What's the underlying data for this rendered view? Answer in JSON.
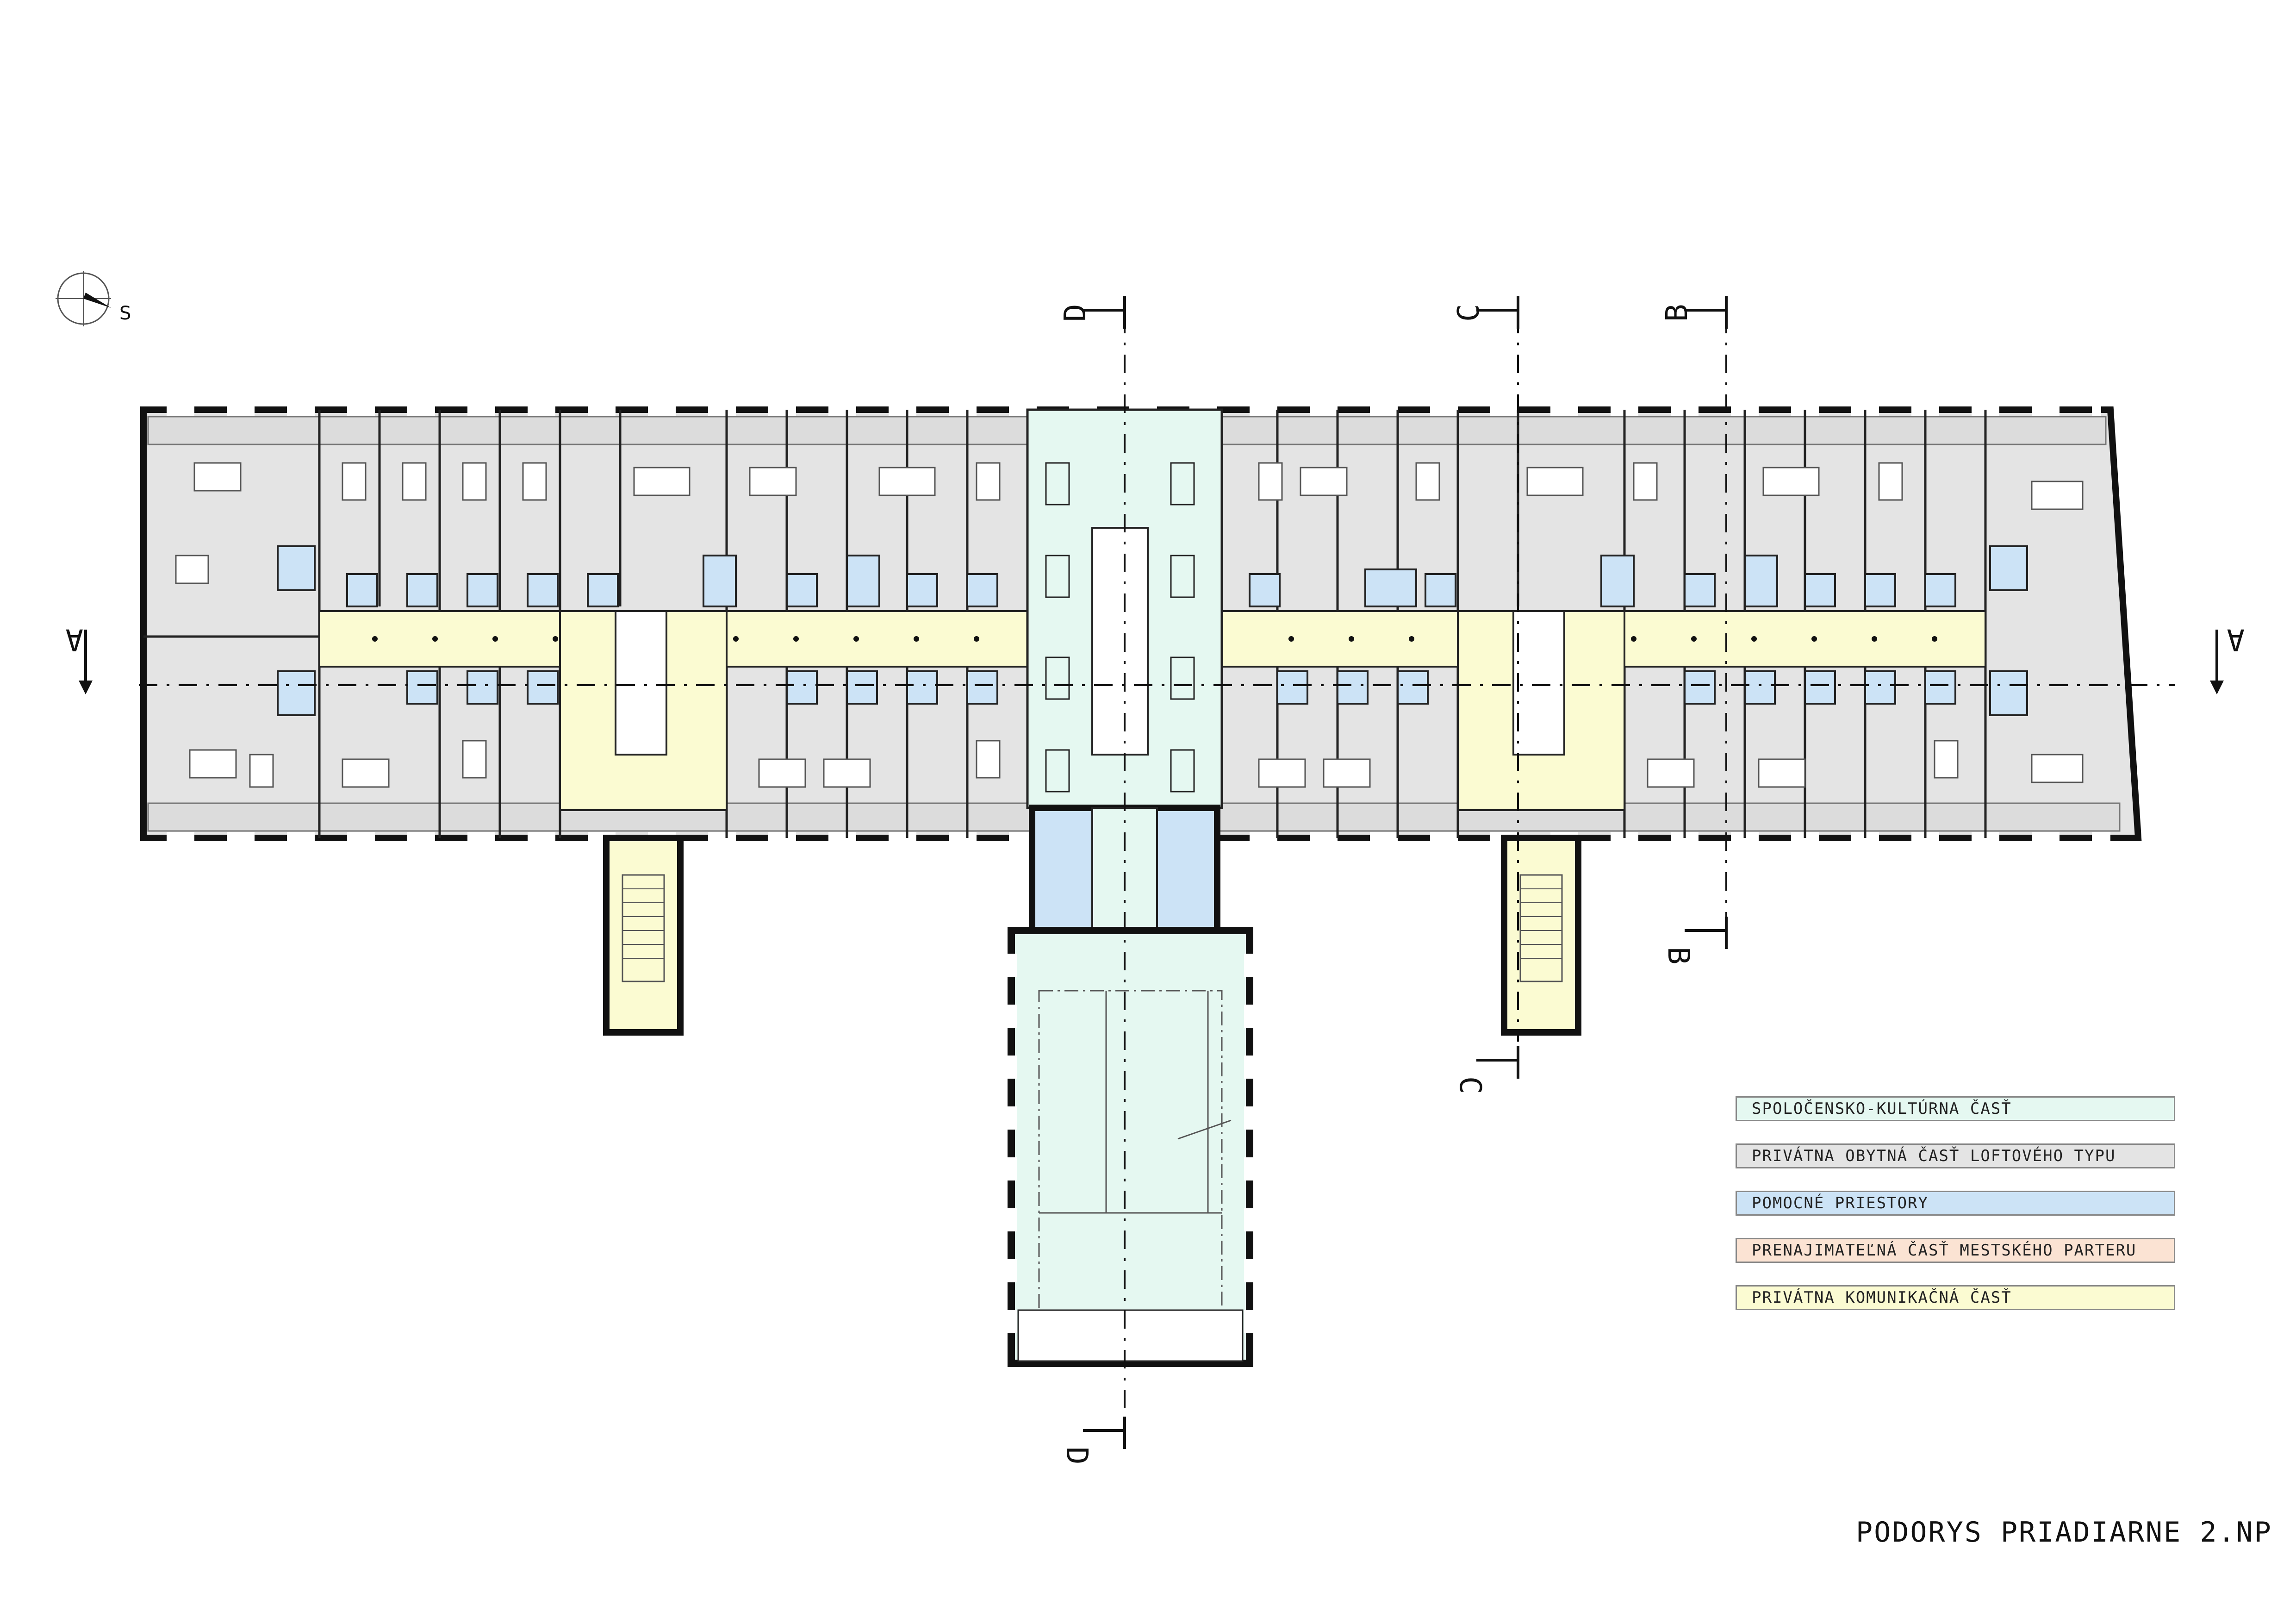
{
  "title": "PODORYS PRIADIARNE 2.NP",
  "compass": {
    "label": "S"
  },
  "section_markers": [
    "A",
    "B",
    "C",
    "D"
  ],
  "legend": [
    {
      "label": "SPOLOČENSKO-KULTÚRNA ČASŤ",
      "color": "#e5f8f1"
    },
    {
      "label": "PRIVÁTNA OBYTNÁ ČASŤ LOFTOVÉHO TYPU",
      "color": "#e4e4e4"
    },
    {
      "label": "POMOCNÉ PRIESTORY",
      "color": "#cce3f6"
    },
    {
      "label": "PRENAJIMATEĽNÁ ČASŤ MESTSKÉHO PARTERU",
      "color": "#fbe3d3"
    },
    {
      "label": "PRIVÁTNA KOMUNIKAČNÁ ČASŤ",
      "color": "#fbfbd2"
    }
  ],
  "colors": {
    "private_living": "#e4e4e4",
    "social_cultural": "#e5f8f1",
    "auxiliary": "#cce3f6",
    "communication": "#fbfbd2",
    "wall": "#111111"
  }
}
